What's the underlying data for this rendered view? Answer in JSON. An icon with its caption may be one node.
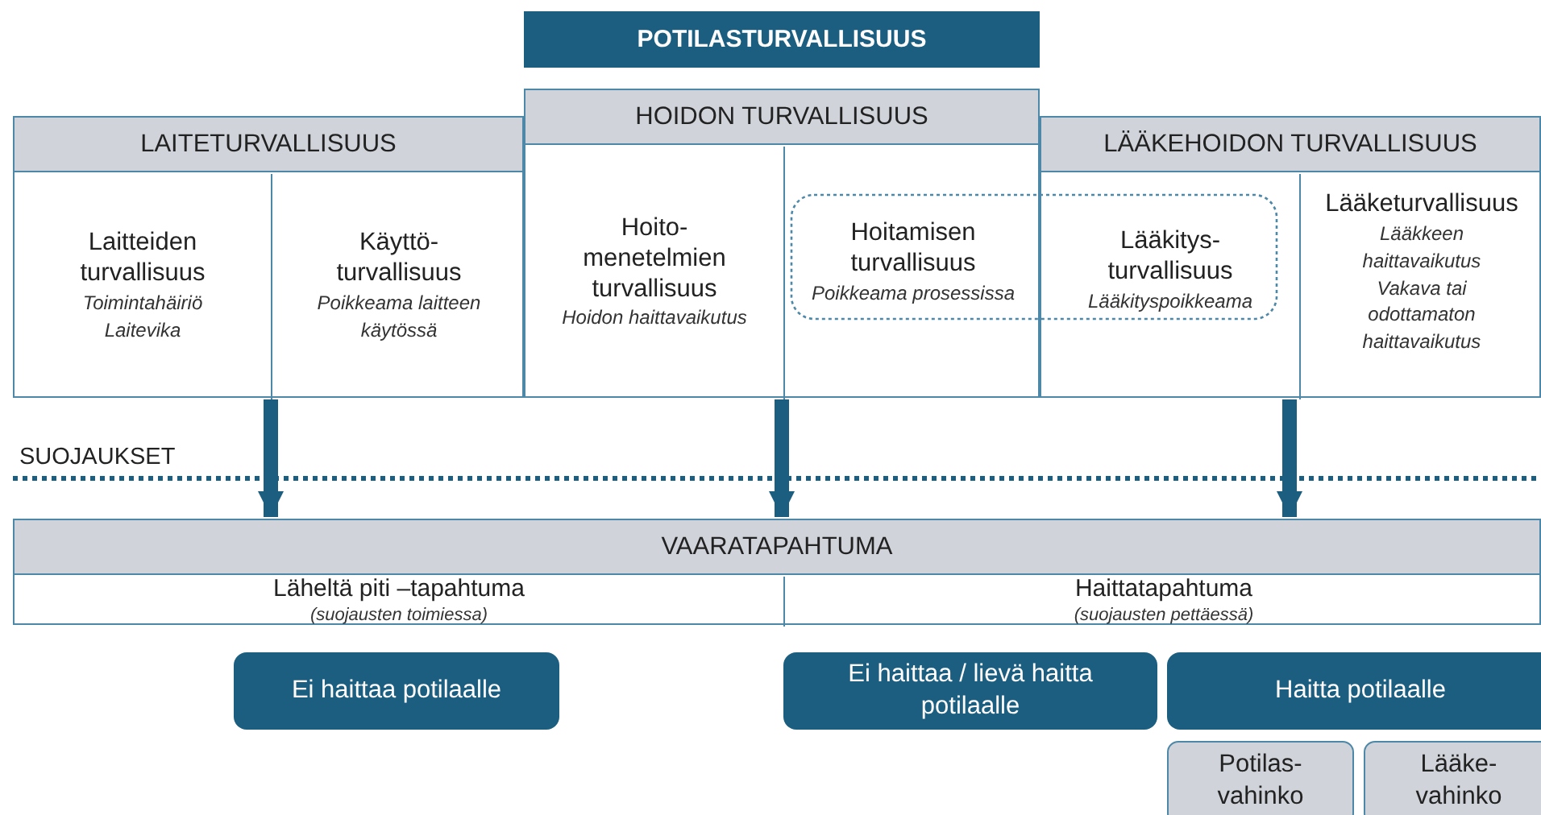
{
  "diagram": {
    "nodes": [
      {
        "text": [
          "POTILASTURVALLISUUS"
        ]
      },
      {
        "text": [
          "LAITETURVALLISUUS"
        ]
      },
      {
        "text": [
          "Laitteiden turvallisuus",
          "Toimintahäiriö",
          "Laitevika"
        ],
        "in": 1
      },
      {
        "text": [
          "Käyttö- turvallisuus",
          "Poikkeama laitteen käytössä"
        ],
        "in": 1
      },
      {
        "text": [
          "HOIDON TURVALLISUUS"
        ]
      },
      {
        "text": [
          "Hoito- menetelmien turvallisuus",
          "Hoidon haittavaikutus"
        ],
        "in": 4
      },
      {
        "text": [
          "Hoitamisen turvallisuus",
          "Poikkeama prosessissa"
        ],
        "in": 4
      },
      {
        "text": [
          "LÄÄKEHOIDON TURVALLISUUS"
        ]
      },
      {
        "text": [
          "Lääkitys- turvallisuus",
          "Lääkityspoikkeama"
        ],
        "in": 7
      },
      {
        "text": [
          "Lääketurvallisuus",
          "Lääkkeen haittavaikutus",
          "Vakava tai odottamaton haittavaikutus"
        ],
        "in": 7
      },
      {
        "text": [
          "VAARATAPAHTUMA"
        ]
      },
      {
        "text": [
          "Läheltä piti –tapahtuma",
          "(suojausten toimiessa)"
        ],
        "in": 10
      },
      {
        "text": [
          "Haittatapahtuma",
          "(suojausten pettäessä)"
        ],
        "in": 10
      },
      {
        "text": [
          "Ei haittaa potilaalle"
        ]
      },
      {
        "text": [
          "Ei haittaa / lievä haitta potilaalle"
        ]
      },
      {
        "text": [
          "Haitta potilaalle"
        ]
      },
      {
        "text": [
          "Potilas- vahinko"
        ]
      },
      {
        "text": [
          "Lääke- vahinko"
        ]
      }
    ],
    "edges": [
      {
        "from": 1,
        "to": 10,
        "arrow": "to"
      },
      {
        "from": 4,
        "to": 10,
        "arrow": "to"
      },
      {
        "from": 7,
        "to": 10,
        "arrow": "to"
      }
    ],
    "labels": [
      "SUOJAUKSET"
    ]
  }
}
